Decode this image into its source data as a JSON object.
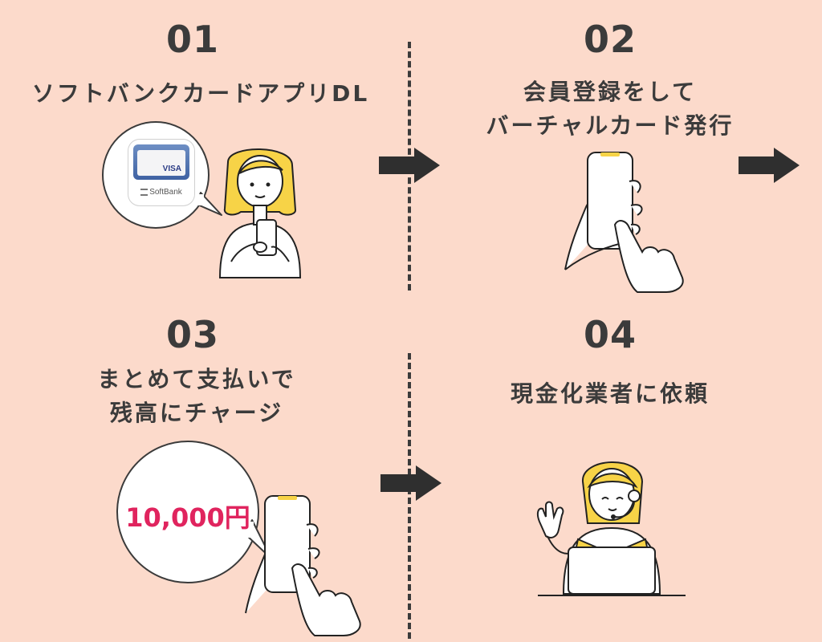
{
  "steps": [
    {
      "number": "01",
      "label_lines": [
        "ソフトバンクカードアプリDL"
      ]
    },
    {
      "number": "02",
      "label_lines": [
        "会員登録をして",
        "バーチャルカード発行"
      ]
    },
    {
      "number": "03",
      "label_lines": [
        "まとめて支払いで",
        "残高にチャージ"
      ]
    },
    {
      "number": "04",
      "label_lines": [
        "現金化業者に依頼"
      ]
    }
  ],
  "app_icon": {
    "card_brand": "VISA",
    "app_name": "SoftBank"
  },
  "charge_bubble": {
    "amount": "10,000円"
  },
  "colors": {
    "background": "#fcdacb",
    "text": "#3b3b3b",
    "accent_yellow": "#f7d347",
    "amount_pink": "#e0245e",
    "arrow": "#2f2f2f"
  },
  "icons": [
    "arrow-right-icon",
    "softbank-card-app-icon",
    "woman-with-phone-icon",
    "hand-holding-phone-icon",
    "operator-with-headset-icon"
  ]
}
